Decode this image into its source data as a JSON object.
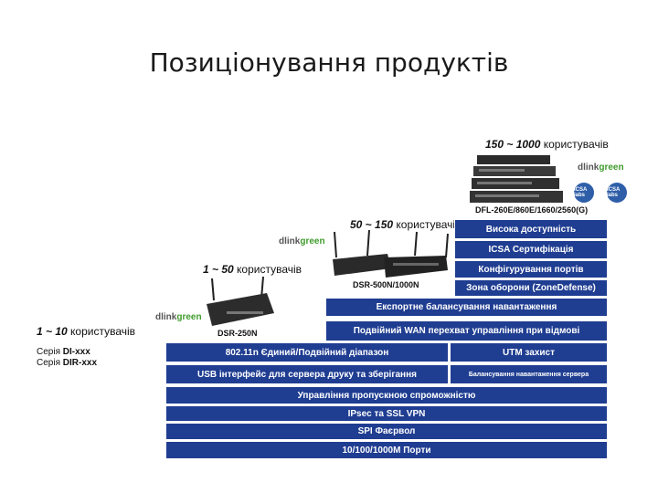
{
  "slide": {
    "title": "Позиціонування продуктів"
  },
  "tiers": [
    {
      "range": "150 ~ 1000",
      "users": " користувачів",
      "model": "DFL-260E/860E/1660/2560(G)"
    },
    {
      "range": "50 ~ 150",
      "users": " користувачів",
      "model": "DSR-500N/1000N"
    },
    {
      "range": "1 ~ 50",
      "users": " користувачів",
      "model": "DSR-250N"
    },
    {
      "range": "1 ~ 10",
      "users": " користувачів"
    }
  ],
  "series": [
    {
      "prefix": "Серія ",
      "name": "DI-xxx"
    },
    {
      "prefix": "Серія ",
      "name": "DIR-xxx"
    }
  ],
  "logo": {
    "brand": "dlink",
    "green": "green"
  },
  "badges": [
    "ICSA labs",
    "ICSA labs"
  ],
  "features": {
    "high_availability": "Висока доступність",
    "icsa": "ICSA Сертифікація",
    "port_config": "Конфігурування портів",
    "zone_defense": "Зона оборони (ZoneDefense)",
    "export_balancing": "Експортне балансування навантаження",
    "dual_wan": "Подвійний WAN перехват управління при відмові",
    "wifi_band": "802.11n Єдиний/Подвійний діапазон",
    "utm": "UTM захист",
    "usb": "USB інтерфейс для сервера друку та зберігання",
    "server_lb": "Балансування навантаження сервера",
    "bandwidth": "Управління пропускною спроможністю",
    "vpn": "IPsec та SSL VPN",
    "spi": "SPI Фаєрвол",
    "ports": "10/100/1000M Порти"
  }
}
